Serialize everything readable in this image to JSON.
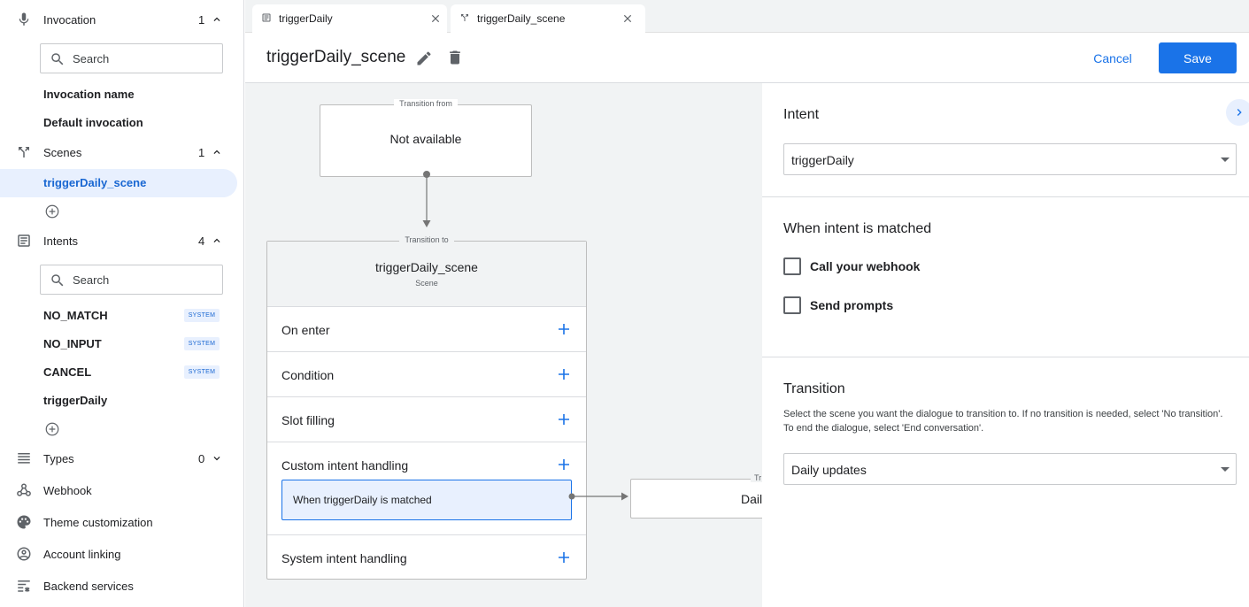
{
  "sidebar": {
    "invocation": {
      "label": "Invocation",
      "count": "1",
      "search_placeholder": "Search",
      "items": [
        "Invocation name",
        "Default invocation"
      ]
    },
    "scenes": {
      "label": "Scenes",
      "count": "1",
      "selected": "triggerDaily_scene"
    },
    "intents": {
      "label": "Intents",
      "count": "4",
      "search_placeholder": "Search",
      "items": [
        {
          "label": "NO_MATCH",
          "badge": "SYSTEM"
        },
        {
          "label": "NO_INPUT",
          "badge": "SYSTEM"
        },
        {
          "label": "CANCEL",
          "badge": "SYSTEM"
        },
        {
          "label": "triggerDaily",
          "badge": ""
        }
      ]
    },
    "types": {
      "label": "Types",
      "count": "0"
    },
    "nav": [
      "Webhook",
      "Theme customization",
      "Account linking",
      "Backend services"
    ]
  },
  "tabs": [
    {
      "label": "triggerDaily",
      "icon": "document-icon"
    },
    {
      "label": "triggerDaily_scene",
      "icon": "scene-icon"
    }
  ],
  "header": {
    "title": "triggerDaily_scene",
    "cancel": "Cancel",
    "save": "Save"
  },
  "canvas": {
    "from_legend": "Transition from",
    "from_value": "Not available",
    "to_legend": "Transition to",
    "scene_name": "triggerDaily_scene",
    "scene_type": "Scene",
    "rows": [
      "On enter",
      "Condition",
      "Slot filling",
      "Custom intent handling",
      "System intent handling"
    ],
    "handler": "When triggerDaily is matched",
    "target_legend": "Tr",
    "target_value": "Daily"
  },
  "panel": {
    "intent_title": "Intent",
    "intent_value": "triggerDaily",
    "matched_title": "When intent is matched",
    "webhook_label": "Call your webhook",
    "prompts_label": "Send prompts",
    "transition_title": "Transition",
    "transition_help": "Select the scene you want the dialogue to transition to. If no transition is needed, select 'No transition'. To end the dialogue, select 'End conversation'.",
    "transition_value": "Daily updates"
  },
  "colors": {
    "accent": "#1a73e8",
    "selected_bg": "#e8f0fe",
    "canvas_bg": "#f1f3f4"
  }
}
